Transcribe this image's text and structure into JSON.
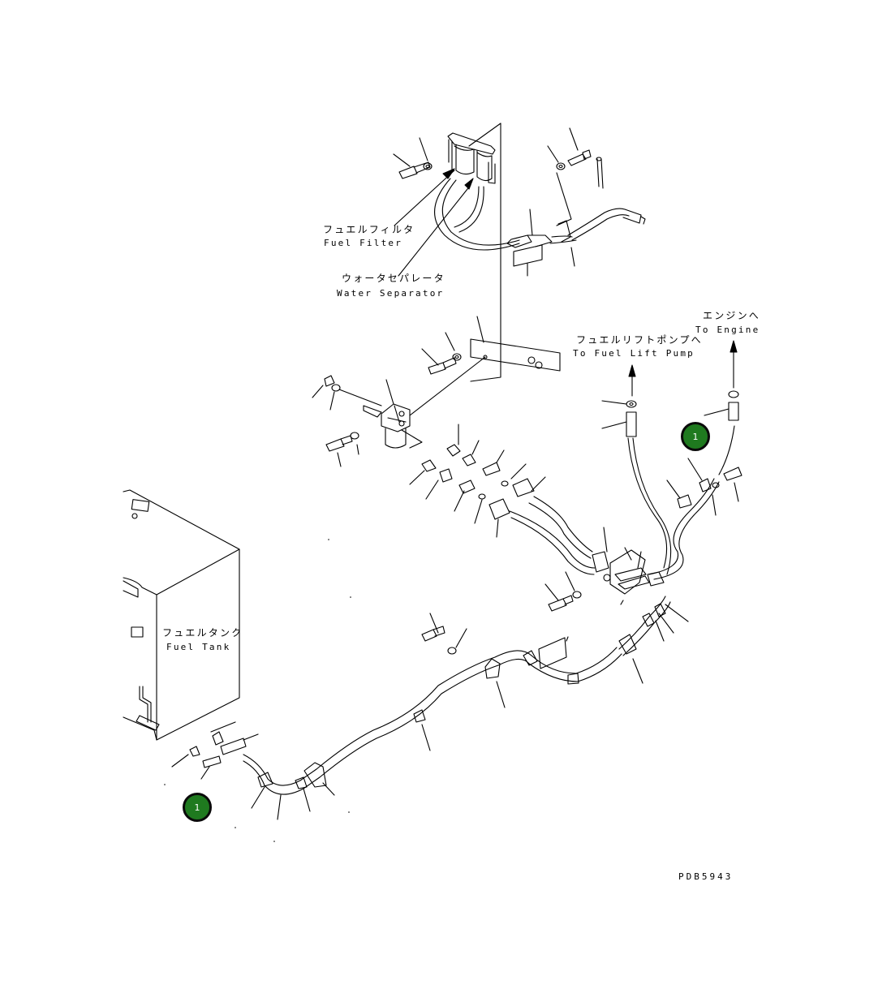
{
  "labels": {
    "fuel_filter_jp": "フュエルフィルタ",
    "fuel_filter_en": "Fuel Filter",
    "water_separator_jp": "ウォータセパレータ",
    "water_separator_en": "Water Separator",
    "fuel_lift_pump_jp": "フュエルリフトポンプへ",
    "fuel_lift_pump_en": "To Fuel Lift Pump",
    "engine_jp": "エンジンへ",
    "engine_en": "To Engine",
    "fuel_tank_jp": "フュエルタンク",
    "fuel_tank_en": "Fuel Tank"
  },
  "callouts": [
    {
      "number": "1",
      "color": "#1f7a1f"
    },
    {
      "number": "1",
      "color": "#1f7a1f"
    }
  ],
  "drawing_id": "PDB5943"
}
